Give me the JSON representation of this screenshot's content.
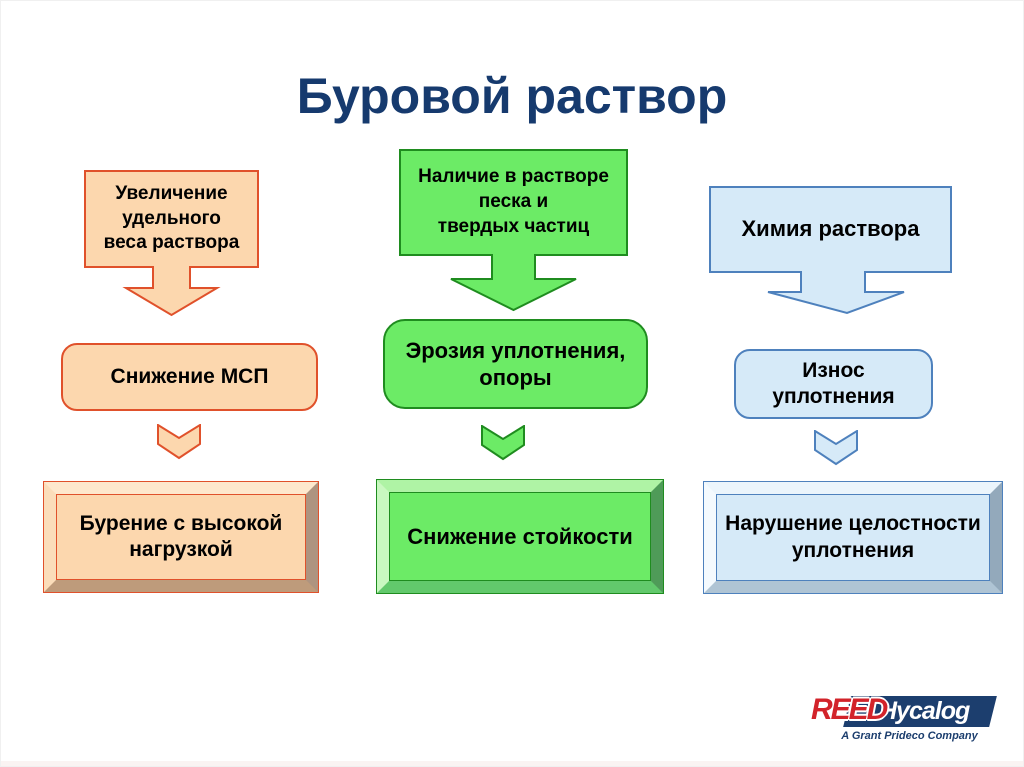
{
  "slide": {
    "title": "Буровой раствор",
    "title_color": "#163A6E",
    "background": "#FFFFFF"
  },
  "columns": [
    {
      "topic": "mud-weight",
      "cause": "Увеличение\nудельного\nвеса раствора",
      "effect": "Снижение МСП",
      "result": "Бурение с высокой\nнагрузкой",
      "fill": "#FCD7AE",
      "accent": "#E0512B"
    },
    {
      "topic": "sand-solids",
      "cause": "Наличие в растворе\nпеска и\nтвердых частиц",
      "effect": "Эрозия уплотнения,\nопоры",
      "result": "Снижение стойкости",
      "fill": "#6CEB66",
      "accent": "#1F8C1F"
    },
    {
      "topic": "mud-chemistry",
      "cause": "Химия раствора",
      "effect": "Износ\nуплотнения",
      "result": "Нарушение целостности\nуплотнения",
      "fill": "#D6EAF8",
      "accent": "#4E81BD"
    }
  ],
  "logo": {
    "brand_primary": "REED",
    "brand_secondary": "Hycalog",
    "tagline": "A Grant Prideco Company",
    "brand_red": "#D2232A",
    "brand_navy": "#1C3E6E"
  }
}
